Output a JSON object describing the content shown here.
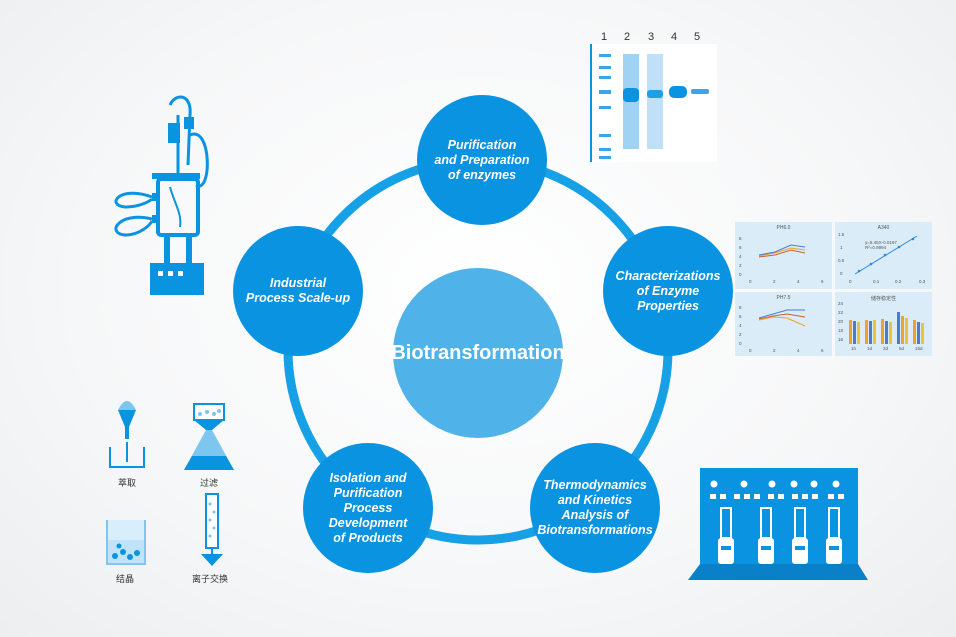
{
  "center": {
    "label": "Biotransformation"
  },
  "nodes": {
    "top": {
      "label": "Purification and Preparation of enzymes",
      "lines": [
        "Purification",
        "and Preparation",
        "of enzymes"
      ]
    },
    "right": {
      "label": "Characterizations of Enzyme Properties",
      "lines": [
        "Characterizations",
        "of Enzyme",
        "Properties"
      ]
    },
    "bottom_right": {
      "label": "Thermodynamics and Kinetics Analysis of Biotransformations",
      "lines": [
        "Thermodynamics",
        "and Kinetics",
        "Analysis of",
        "Biotransformations"
      ]
    },
    "bottom_left": {
      "label": "Isolation and Purification Process Development of Products",
      "lines": [
        "Isolation and",
        "Purification",
        "Process Development",
        "of Products"
      ]
    },
    "left": {
      "label": "Industrial Process Scale-up",
      "lines": [
        "Industrial",
        "Process Scale-up"
      ]
    }
  },
  "gel": {
    "lanes": [
      "1",
      "2",
      "3",
      "4",
      "5"
    ]
  },
  "charts": {
    "c1": {
      "title": "PH6.0",
      "yticks": [
        "8",
        "6",
        "4",
        "2",
        "0"
      ],
      "xticks": [
        "0",
        "2",
        "4",
        "6"
      ]
    },
    "c2": {
      "title": "A340",
      "yticks": [
        "1.5",
        "1",
        "0.5",
        "0"
      ],
      "xticks": [
        "0",
        "0.1",
        "0.2",
        "0.3"
      ],
      "eq1": "y=5.45X-0.0197",
      "eq2": "R²=0.9994"
    },
    "c3": {
      "title": "PH7.5",
      "yticks": [
        "8",
        "6",
        "4",
        "2",
        "0"
      ],
      "xticks": [
        "0",
        "2",
        "4",
        "6"
      ]
    },
    "c4": {
      "title": "储存稳定性",
      "yticks": [
        "24",
        "22",
        "20",
        "18",
        "16"
      ],
      "xticks": [
        "1h",
        "1d",
        "2d",
        "5d",
        "15d"
      ]
    }
  },
  "labels": {
    "extraction": "萃取",
    "filtration": "过滤",
    "crystallization": "结晶",
    "ion_exchange": "离子交换"
  },
  "colors": {
    "node": "#0a93e0",
    "center": "#4fb3ea",
    "ring": "#16a0e6",
    "panel": "#d9ecf8"
  }
}
